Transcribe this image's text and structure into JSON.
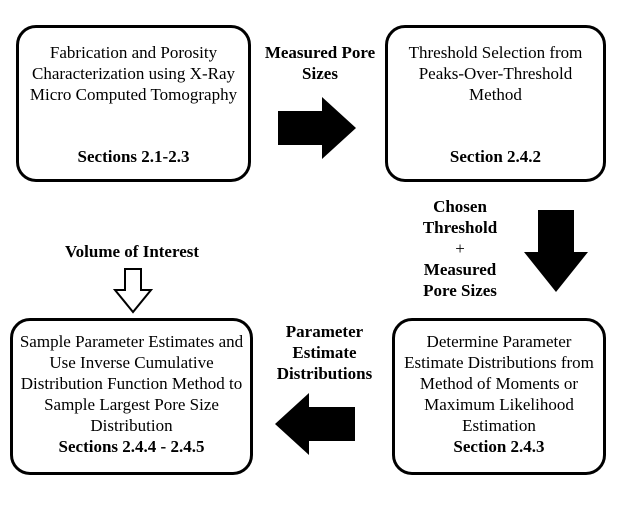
{
  "boxes": {
    "fabrication": {
      "text": "Fabrication and Porosity Characterization using X-Ray Micro Computed Tomography",
      "section": "Sections 2.1-2.3"
    },
    "threshold": {
      "text": "Threshold Selection from Peaks-Over-Threshold Method",
      "section": "Section 2.4.2"
    },
    "parameter": {
      "text": "Determine Parameter Estimate Distributions from Method of Moments or Maximum Likelihood Estimation",
      "section": "Section 2.4.3"
    },
    "sample": {
      "text": "Sample Parameter Estimates and Use Inverse Cumulative Distribution Function Method to Sample Largest Pore Size Distribution",
      "section": "Sections 2.4.4 - 2.4.5"
    }
  },
  "labels": {
    "measured_pore_sizes": "Measured Pore Sizes",
    "chosen_threshold": "Chosen Threshold",
    "plus": "+",
    "measured_pore_sizes_2": "Measured Pore Sizes",
    "parameter_estimate_distributions": "Parameter Estimate Distributions",
    "volume_of_interest": "Volume of Interest"
  }
}
